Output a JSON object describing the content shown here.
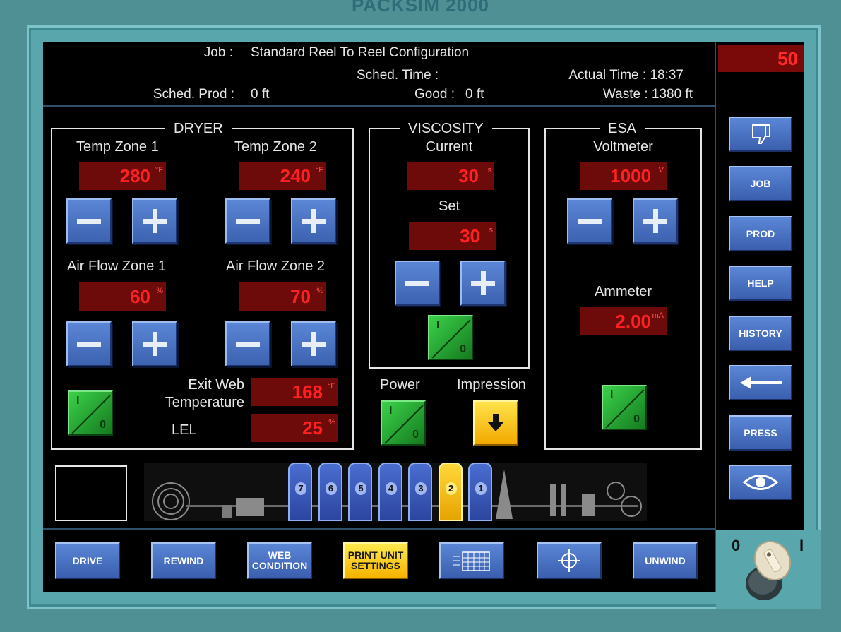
{
  "app_title": "PACKSIM 2000",
  "header": {
    "job_label": "Job :",
    "job_value": "Standard Reel To Reel Configuration",
    "sched_time_label": "Sched. Time :",
    "actual_time": "Actual Time : 18:37",
    "sched_prod_label": "Sched. Prod :",
    "sched_prod_value": "0 ft",
    "good_label": "Good :",
    "good_value": "0 ft",
    "waste": "Waste : 1380 ft",
    "counter": "50"
  },
  "dryer": {
    "title": "DRYER",
    "temp_zone1_label": "Temp Zone 1",
    "temp_zone1_value": "280",
    "temp_zone1_unit": "°F",
    "temp_zone2_label": "Temp Zone 2",
    "temp_zone2_value": "240",
    "temp_zone2_unit": "°F",
    "airflow_zone1_label": "Air Flow Zone 1",
    "airflow_zone1_value": "60",
    "airflow_zone1_unit": "%",
    "airflow_zone2_label": "Air Flow Zone 2",
    "airflow_zone2_value": "70",
    "airflow_zone2_unit": "%",
    "exit_web_label_1": "Exit Web",
    "exit_web_label_2": "Temperature",
    "exit_web_value": "168",
    "exit_web_unit": "°F",
    "lel_label": "LEL",
    "lel_value": "25",
    "lel_unit": "%"
  },
  "viscosity": {
    "title": "VISCOSITY",
    "current_label": "Current",
    "current_value": "30",
    "current_unit": "s",
    "set_label": "Set",
    "set_value": "30",
    "set_unit": "s"
  },
  "esa": {
    "title": "ESA",
    "voltmeter_label": "Voltmeter",
    "voltmeter_value": "1000",
    "voltmeter_unit": "V",
    "ammeter_label": "Ammeter",
    "ammeter_value": "2.00",
    "ammeter_unit": "mA"
  },
  "controls": {
    "power_label": "Power",
    "impression_label": "Impression",
    "toggle_on": "I",
    "toggle_off": "0"
  },
  "press_units": [
    "7",
    "6",
    "5",
    "4",
    "3",
    "2",
    "1"
  ],
  "active_unit": "2",
  "sidebar": {
    "job": "JOB",
    "prod": "PROD",
    "help": "HELP",
    "history": "HISTORY",
    "press": "PRESS"
  },
  "bottom_bar": {
    "drive": "DRIVE",
    "rewind": "REWIND",
    "web_condition": "WEB CONDITION",
    "print_unit_settings": "PRINT UNIT SETTINGS",
    "unwind": "UNWIND"
  },
  "key_switch": {
    "off_label": "0",
    "on_label": "I"
  },
  "colors": {
    "bezel": "#4f9095",
    "display_bg": "#6d0b0b",
    "display_text": "#ff2121",
    "button_blue": "#4a73c4",
    "toggle_green": "#2bb63a",
    "active_yellow": "#f5c200"
  }
}
